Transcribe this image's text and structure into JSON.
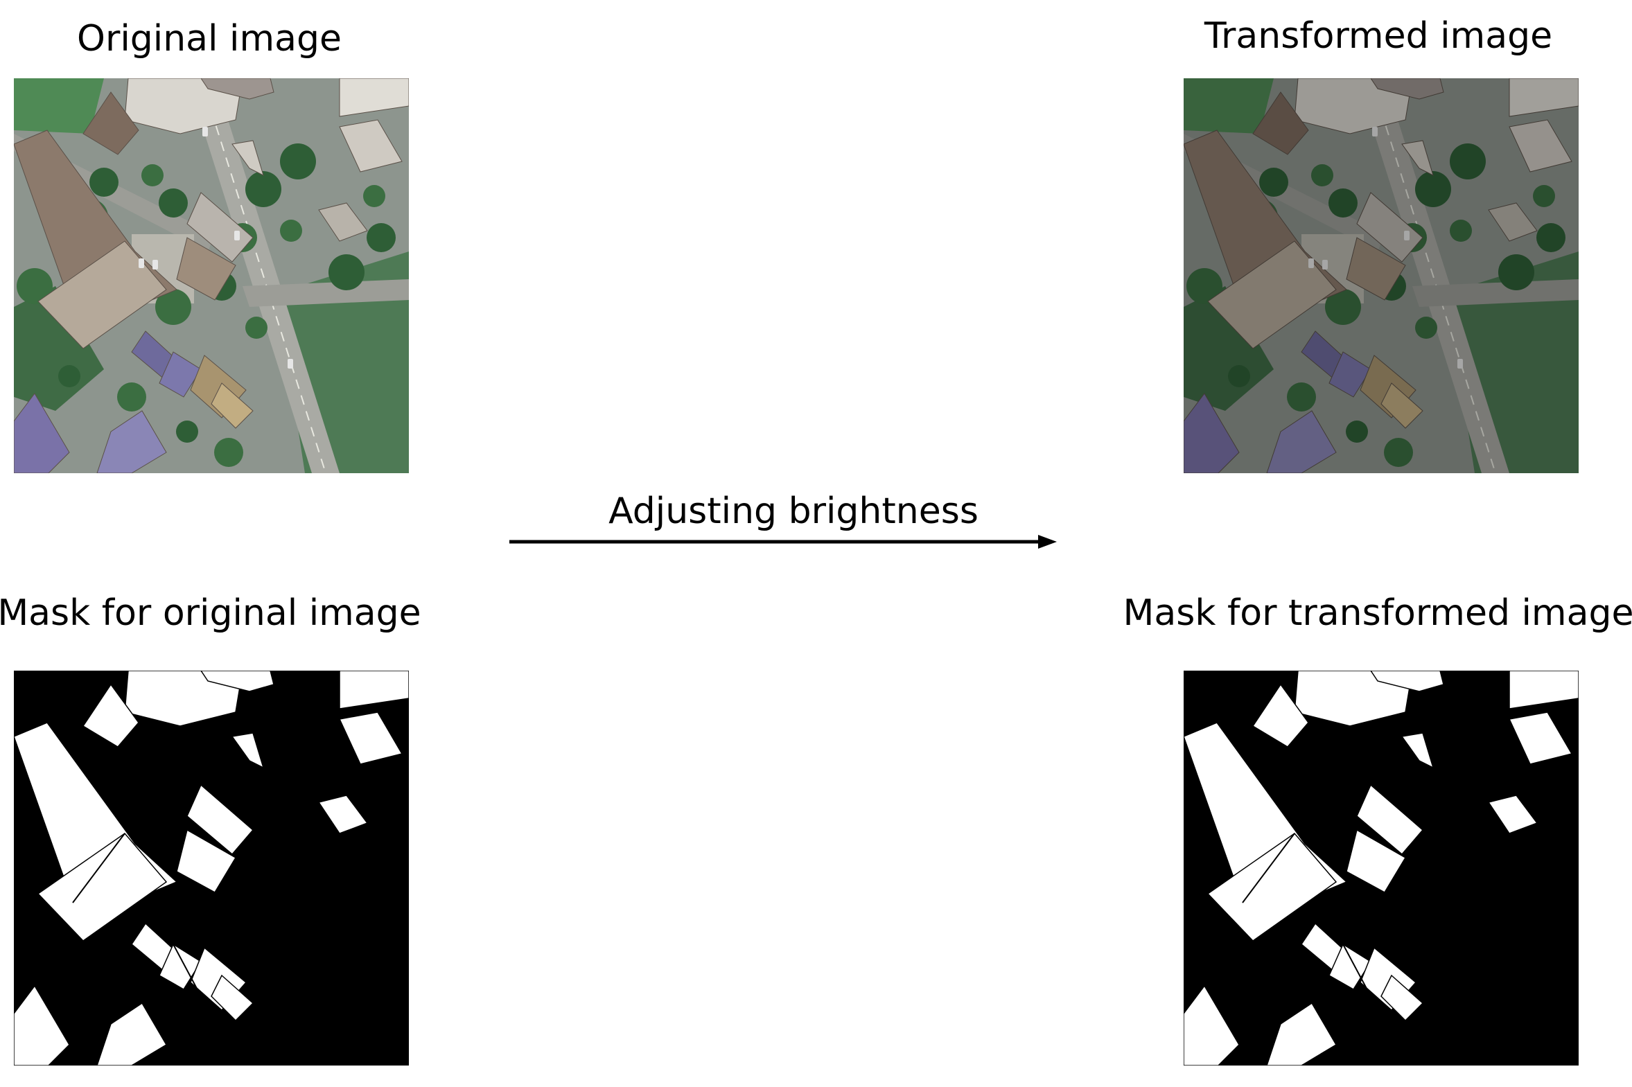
{
  "labels": {
    "original_title": "Original image",
    "transformed_title": "Transformed image",
    "mask_original_title": "Mask for original image",
    "mask_transformed_title": "Mask for transformed image",
    "transform_label": "Adjusting brightness"
  },
  "panels": {
    "original": {
      "content": "aerial-photo",
      "brightness": 1.0
    },
    "transformed": {
      "content": "aerial-photo",
      "brightness": 0.72
    },
    "mask_original": {
      "content": "binary-building-mask",
      "foreground": "#ffffff",
      "background": "#000000"
    },
    "mask_transformed": {
      "content": "binary-building-mask",
      "foreground": "#ffffff",
      "background": "#000000"
    }
  },
  "arrow": {
    "direction": "right",
    "color": "#000000"
  }
}
